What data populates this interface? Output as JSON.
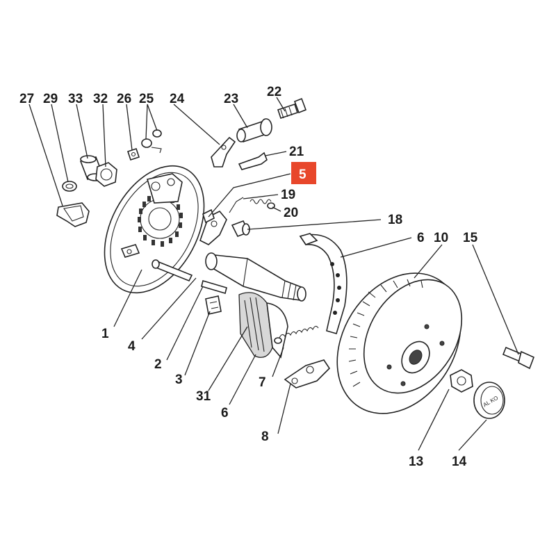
{
  "diagram": {
    "highlight_color": "#e8472b",
    "labels": [
      {
        "id": "27",
        "text": "27"
      },
      {
        "id": "29",
        "text": "29"
      },
      {
        "id": "33",
        "text": "33"
      },
      {
        "id": "32",
        "text": "32"
      },
      {
        "id": "26",
        "text": "26"
      },
      {
        "id": "25",
        "text": "25"
      },
      {
        "id": "24",
        "text": "24"
      },
      {
        "id": "23",
        "text": "23"
      },
      {
        "id": "22",
        "text": "22"
      },
      {
        "id": "21",
        "text": "21"
      },
      {
        "id": "5",
        "text": "5"
      },
      {
        "id": "19",
        "text": "19"
      },
      {
        "id": "20",
        "text": "20"
      },
      {
        "id": "18",
        "text": "18"
      },
      {
        "id": "6a",
        "text": "6"
      },
      {
        "id": "10",
        "text": "10"
      },
      {
        "id": "15",
        "text": "15"
      },
      {
        "id": "1",
        "text": "1"
      },
      {
        "id": "4",
        "text": "4"
      },
      {
        "id": "2",
        "text": "2"
      },
      {
        "id": "3",
        "text": "3"
      },
      {
        "id": "31",
        "text": "31"
      },
      {
        "id": "6b",
        "text": "6"
      },
      {
        "id": "7",
        "text": "7"
      },
      {
        "id": "8",
        "text": "8"
      },
      {
        "id": "13",
        "text": "13"
      },
      {
        "id": "14",
        "text": "14"
      }
    ],
    "cap_text": "AL KO"
  }
}
